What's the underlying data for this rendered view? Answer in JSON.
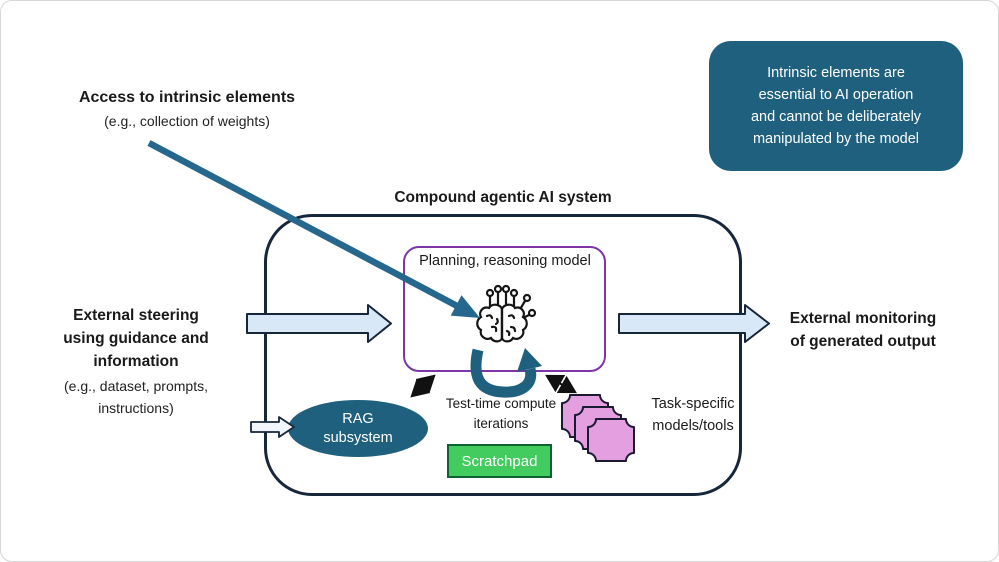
{
  "labels": {
    "access_title": "Access to intrinsic elements",
    "access_subtitle": "(e.g., collection of weights)",
    "callout_lines": [
      "Intrinsic elements are",
      "essential to AI operation",
      "and cannot be deliberately",
      "manipulated by the model"
    ],
    "system_title": "Compound agentic AI system",
    "planning_label": "Planning, reasoning model",
    "steering_bold_lines": [
      "External steering",
      "using guidance and",
      "information"
    ],
    "steering_sub_lines": [
      "(e.g., dataset, prompts,",
      "instructions)"
    ],
    "monitoring_lines": [
      "External monitoring",
      "of generated output"
    ],
    "rag_lines": [
      "RAG",
      "subsystem"
    ],
    "testtime_lines": [
      "Test-time compute",
      "iterations"
    ],
    "scratchpad": "Scratchpad",
    "task_lines": [
      "Task-specific",
      "models/tools"
    ]
  },
  "icons": {
    "brain": "brain-icon",
    "loop": "loop-arrow-icon",
    "flow_left": "left-flow-arrow-icon",
    "flow_right": "right-flow-arrow-icon",
    "flow_rag": "rag-input-arrow-icon",
    "access_arrow": "access-arrow-icon"
  },
  "colors": {
    "dark_navy": "#16263B",
    "teal": "#1F607F",
    "teal_arrow": "#26678D",
    "light_blue": "#D9E8F6",
    "purple": "#7D35A8",
    "green": "#42CB5E",
    "green_border": "#0E6130",
    "pink": "#E49FE1",
    "pink_border": "#1A1A33",
    "text": "#1A1A1A"
  }
}
